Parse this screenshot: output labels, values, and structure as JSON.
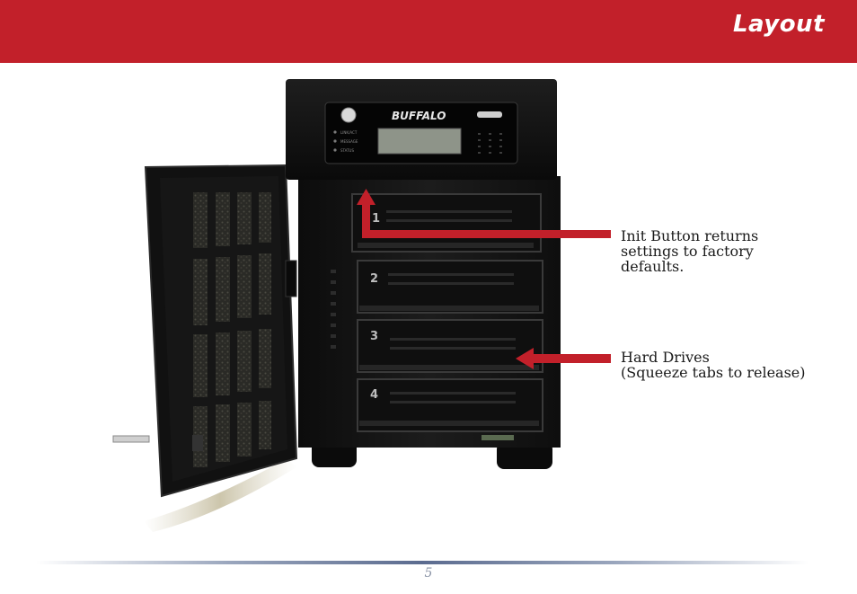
{
  "header": {
    "title": "Layout"
  },
  "device": {
    "brand": "BUFFALO",
    "bay_numbers": [
      "1",
      "2",
      "3",
      "4"
    ],
    "panel_labels": [
      "LINK/ACT",
      "MESSAGE",
      "STATUS"
    ],
    "colors": {
      "header": "#c2202a",
      "arrow": "#c2202a",
      "case": "#141414"
    }
  },
  "callouts": {
    "init_button": {
      "lines": [
        "Init Button returns",
        "settings to factory",
        "defaults."
      ]
    },
    "hard_drives": {
      "lines": [
        "Hard Drives",
        "(Squeeze tabs to release)"
      ]
    }
  },
  "footer": {
    "page_number": "5"
  }
}
